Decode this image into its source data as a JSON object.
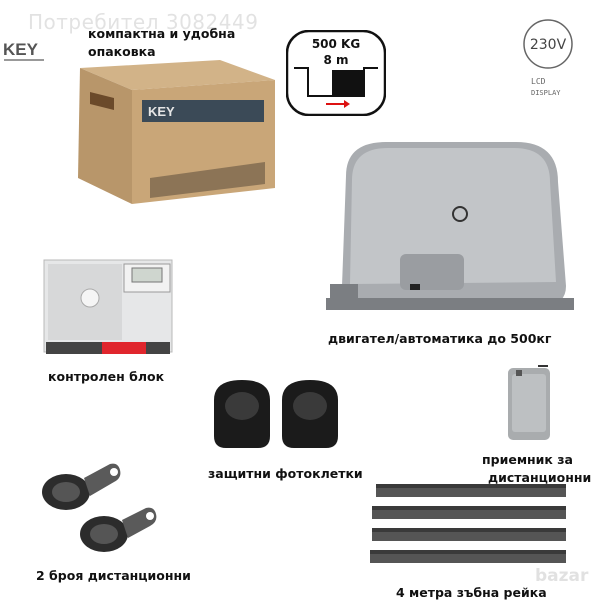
{
  "watermark": "Потребител 3082449",
  "brand_logo": "KEY",
  "box_logo": "KEY",
  "labels": {
    "packaging": "компактна и удобна",
    "packaging2": "опаковка",
    "motor": "двигател/автоматика до 500кг",
    "control": "контролен блок",
    "photocells": "защитни фотоклетки",
    "receiver1": "приемник за",
    "receiver2": "дистанционни",
    "remotes": "2 броя дистанционни",
    "rack": "4 метра зъбна рейка"
  },
  "spec_badge": {
    "weight": "500 KG",
    "length": "8 m"
  },
  "voltage_badge": "230V",
  "lcd_badge": {
    "line1": "LCD",
    "line2": "DISPLAY"
  },
  "corner_watermark": "bazar"
}
